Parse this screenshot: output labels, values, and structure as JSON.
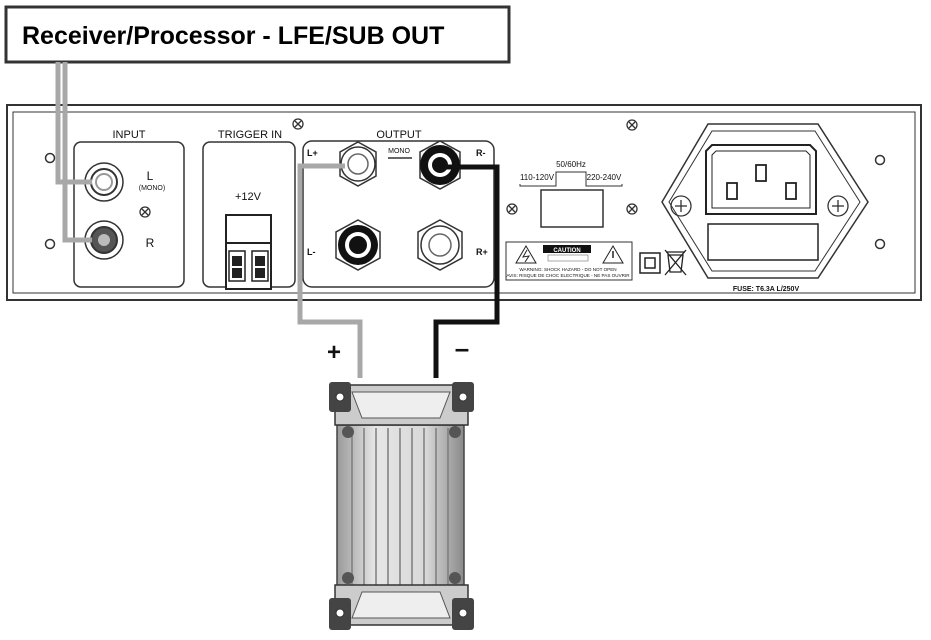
{
  "source": {
    "title": "Receiver/Processor  - LFE/SUB OUT"
  },
  "panel": {
    "input_section": {
      "title": "INPUT",
      "left_label": "L",
      "mono_label": "(MONO)",
      "right_label": "R"
    },
    "trigger_section": {
      "title": "TRIGGER IN",
      "voltage": "+12V"
    },
    "output_section": {
      "title": "OUTPUT",
      "mono_label": "MONO",
      "terminals": {
        "left_pos": "L+",
        "left_neg": "L-",
        "right_neg": "R-",
        "right_pos": "R+"
      }
    },
    "voltage_selector": {
      "frequency": "50/60Hz",
      "low_range": "110-120V",
      "high_range": "220-240V"
    },
    "warning_label": {
      "caution": "CAUTION",
      "line1": "WARNING: SHOCK HAZARD - DO NOT OPEN",
      "line2": "AVIS: RISQUE DE CHOC ELECTRIQUE - NE PAS OUVRIR"
    },
    "fuse": "FUSE: T6.3A L/250V"
  },
  "speaker": {
    "positive_label": "+",
    "negative_label": "–"
  },
  "colors": {
    "panel_stroke": "#333333",
    "gray_cable": "#a8a8a8",
    "black_cable": "#111111",
    "heatsink": "#cfcfcf"
  }
}
